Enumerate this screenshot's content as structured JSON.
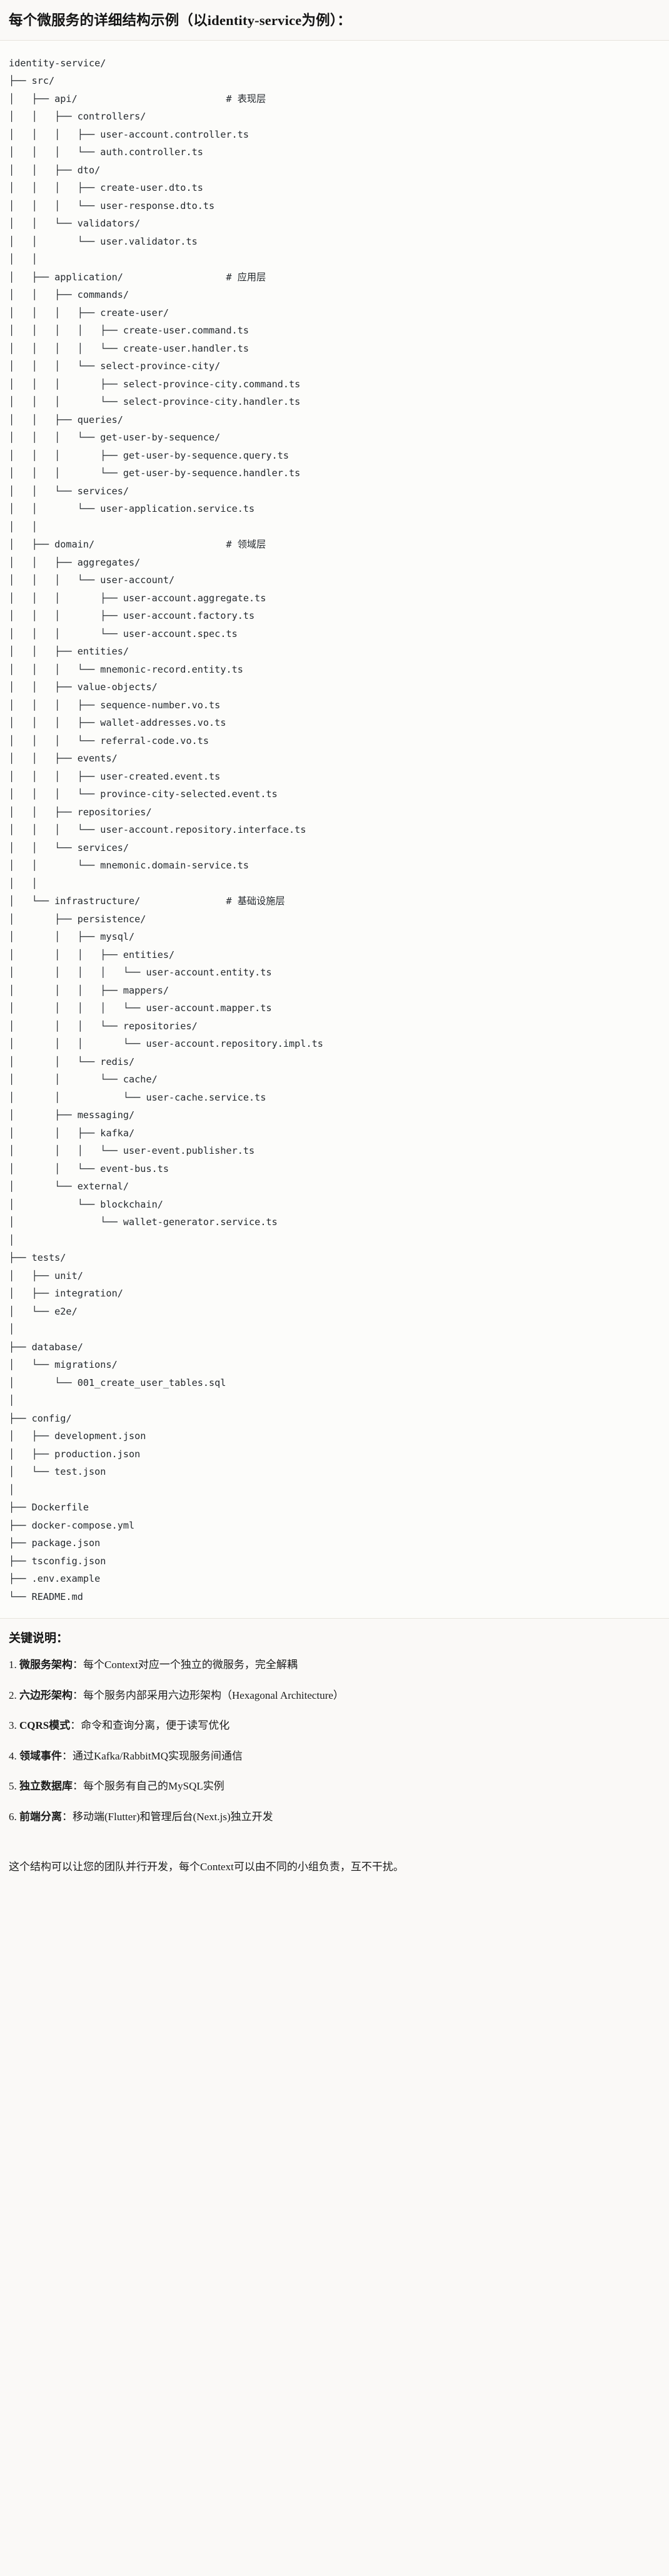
{
  "heading": {
    "title": "每个微服务的详细结构示例（以identity-service为例）："
  },
  "tree": {
    "root": "identity-service/",
    "text": "identity-service/\n├── src/\n│   ├── api/                          # 表现层\n│   │   ├── controllers/\n│   │   │   ├── user-account.controller.ts\n│   │   │   └── auth.controller.ts\n│   │   ├── dto/\n│   │   │   ├── create-user.dto.ts\n│   │   │   └── user-response.dto.ts\n│   │   └── validators/\n│   │       └── user.validator.ts\n│   │\n│   ├── application/                  # 应用层\n│   │   ├── commands/\n│   │   │   ├── create-user/\n│   │   │   │   ├── create-user.command.ts\n│   │   │   │   └── create-user.handler.ts\n│   │   │   └── select-province-city/\n│   │   │       ├── select-province-city.command.ts\n│   │   │       └── select-province-city.handler.ts\n│   │   ├── queries/\n│   │   │   └── get-user-by-sequence/\n│   │   │       ├── get-user-by-sequence.query.ts\n│   │   │       └── get-user-by-sequence.handler.ts\n│   │   └── services/\n│   │       └── user-application.service.ts\n│   │\n│   ├── domain/                       # 领域层\n│   │   ├── aggregates/\n│   │   │   └── user-account/\n│   │   │       ├── user-account.aggregate.ts\n│   │   │       ├── user-account.factory.ts\n│   │   │       └── user-account.spec.ts\n│   │   ├── entities/\n│   │   │   └── mnemonic-record.entity.ts\n│   │   ├── value-objects/\n│   │   │   ├── sequence-number.vo.ts\n│   │   │   ├── wallet-addresses.vo.ts\n│   │   │   └── referral-code.vo.ts\n│   │   ├── events/\n│   │   │   ├── user-created.event.ts\n│   │   │   └── province-city-selected.event.ts\n│   │   ├── repositories/\n│   │   │   └── user-account.repository.interface.ts\n│   │   └── services/\n│   │       └── mnemonic.domain-service.ts\n│   │\n│   └── infrastructure/               # 基础设施层\n│       ├── persistence/\n│       │   ├── mysql/\n│       │   │   ├── entities/\n│       │   │   │   └── user-account.entity.ts\n│       │   │   ├── mappers/\n│       │   │   │   └── user-account.mapper.ts\n│       │   │   └── repositories/\n│       │   │       └── user-account.repository.impl.ts\n│       │   └── redis/\n│       │       └── cache/\n│       │           └── user-cache.service.ts\n│       ├── messaging/\n│       │   ├── kafka/\n│       │   │   └── user-event.publisher.ts\n│       │   └── event-bus.ts\n│       └── external/\n│           └── blockchain/\n│               └── wallet-generator.service.ts\n│\n├── tests/\n│   ├── unit/\n│   ├── integration/\n│   └── e2e/\n│\n├── database/\n│   └── migrations/\n│       └── 001_create_user_tables.sql\n│\n├── config/\n│   ├── development.json\n│   ├── production.json\n│   └── test.json\n│\n├── Dockerfile\n├── docker-compose.yml\n├── package.json\n├── tsconfig.json\n├── .env.example\n└── README.md"
  },
  "notes": {
    "title": "关键说明：",
    "items": [
      {
        "term": "微服务架构",
        "sep": "：",
        "desc": "每个Context对应一个独立的微服务，完全解耦"
      },
      {
        "term": "六边形架构",
        "sep": "：",
        "desc": "每个服务内部采用六边形架构（Hexagonal Architecture）"
      },
      {
        "term": "CQRS模式",
        "sep": "：",
        "desc": "命令和查询分离，便于读写优化"
      },
      {
        "term": "领域事件",
        "sep": "：",
        "desc": "通过Kafka/RabbitMQ实现服务间通信"
      },
      {
        "term": "独立数据库",
        "sep": "：",
        "desc": "每个服务有自己的MySQL实例"
      },
      {
        "term": "前端分离",
        "sep": "：",
        "desc": "移动端(Flutter)和管理后台(Next.js)独立开发"
      }
    ],
    "closing": "这个结构可以让您的团队并行开发，每个Context可以由不同的小组负责，互不干扰。"
  },
  "colors": {
    "page_bg": "#faf9f7",
    "code_bg": "#fcfcfa",
    "rule": "#e7e4dd",
    "text": "#1a1a1a",
    "code_text": "#24292e"
  }
}
